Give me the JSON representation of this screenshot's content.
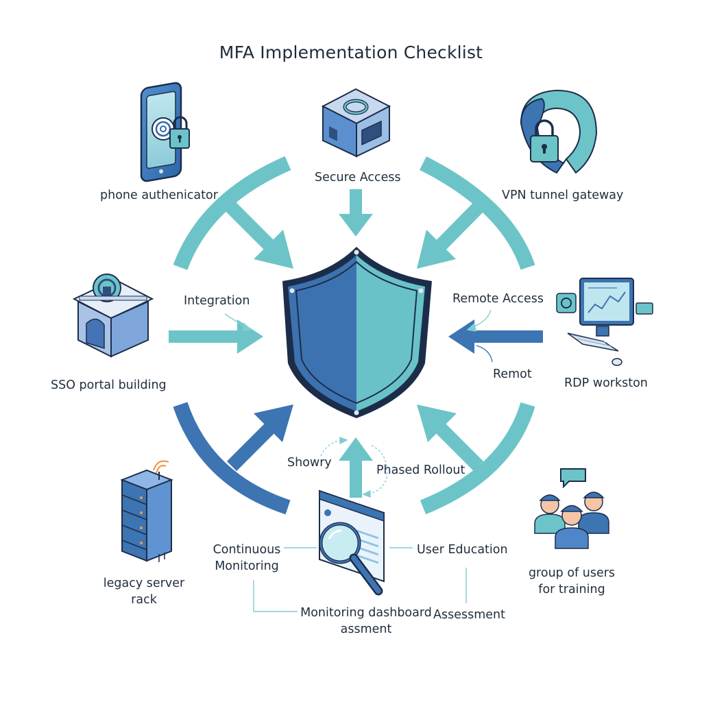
{
  "title": "MFA Implementation Checklist",
  "colors": {
    "teal": "#6cc4c8",
    "dark_blue": "#3d74b2",
    "shield_left": "#3d72b0",
    "shield_right": "#69c2c8",
    "outline": "#1c2d4a"
  },
  "labels": {
    "phone": "phone authenicator",
    "secure_access": "Secure Access",
    "vpn": "VPN tunnel gateway",
    "integration": "Integration",
    "remote_access": "Remote Access",
    "sso": "SSO portal building",
    "remot": "Remot",
    "rdp": "RDP workston",
    "showry": "Showry",
    "phased_rollout": "Phased Rollout",
    "continuous_monitoring": "Continuous\nMonitoring",
    "user_education": "User Education",
    "legacy": "legacy server\nrack",
    "users_group": "group of users\nfor training",
    "dashboard": "Monitoring dashboard\nassment",
    "assessment": "Assessment"
  },
  "icons": {
    "phone": "phone-lock-icon",
    "secure_access": "secure-access-box-icon",
    "vpn": "vpn-tunnel-lock-icon",
    "sso": "sso-portal-building-icon",
    "rdp": "rdp-workstation-icon",
    "legacy": "legacy-server-rack-icon",
    "users": "user-group-icon",
    "dashboard": "monitoring-dashboard-icon",
    "center": "shield-icon"
  }
}
